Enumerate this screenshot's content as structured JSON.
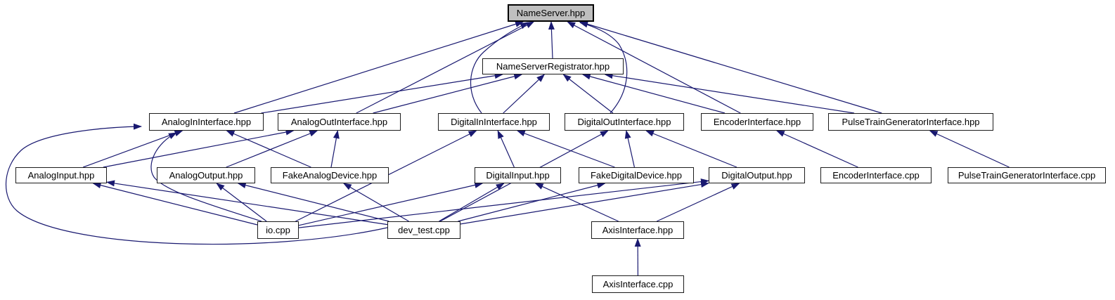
{
  "diagram": {
    "title": "NameServer.hpp included-by dependency graph",
    "root_id": "ns",
    "colors": {
      "edge": "#191970",
      "node_fill": "#ffffff",
      "root_fill": "#bfbfbf",
      "node_border": "#1c1c1c",
      "text": "#000000"
    },
    "nodes": [
      {
        "id": "ns",
        "label": "NameServer.hpp"
      },
      {
        "id": "nsr",
        "label": "NameServerRegistrator.hpp"
      },
      {
        "id": "aii",
        "label": "AnalogInInterface.hpp"
      },
      {
        "id": "aoi",
        "label": "AnalogOutInterface.hpp"
      },
      {
        "id": "dii",
        "label": "DigitalInInterface.hpp"
      },
      {
        "id": "doi",
        "label": "DigitalOutInterface.hpp"
      },
      {
        "id": "ei",
        "label": "EncoderInterface.hpp"
      },
      {
        "id": "ptgi",
        "label": "PulseTrainGeneratorInterface.hpp"
      },
      {
        "id": "ain",
        "label": "AnalogInput.hpp"
      },
      {
        "id": "aout",
        "label": "AnalogOutput.hpp"
      },
      {
        "id": "fad",
        "label": "FakeAnalogDevice.hpp"
      },
      {
        "id": "din",
        "label": "DigitalInput.hpp"
      },
      {
        "id": "fdd",
        "label": "FakeDigitalDevice.hpp"
      },
      {
        "id": "dout",
        "label": "DigitalOutput.hpp"
      },
      {
        "id": "eic",
        "label": "EncoderInterface.cpp"
      },
      {
        "id": "ptgc",
        "label": "PulseTrainGeneratorInterface.cpp"
      },
      {
        "id": "io",
        "label": "io.cpp"
      },
      {
        "id": "devtest",
        "label": "dev_test.cpp"
      },
      {
        "id": "axih",
        "label": "AxisInterface.hpp"
      },
      {
        "id": "axic",
        "label": "AxisInterface.cpp"
      }
    ],
    "edges": [
      {
        "from": "nsr",
        "to": "ns"
      },
      {
        "from": "aii",
        "to": "ns"
      },
      {
        "from": "aii",
        "to": "nsr"
      },
      {
        "from": "aoi",
        "to": "ns"
      },
      {
        "from": "aoi",
        "to": "nsr"
      },
      {
        "from": "dii",
        "to": "ns"
      },
      {
        "from": "dii",
        "to": "nsr"
      },
      {
        "from": "doi",
        "to": "ns"
      },
      {
        "from": "doi",
        "to": "nsr"
      },
      {
        "from": "ei",
        "to": "ns"
      },
      {
        "from": "ei",
        "to": "nsr"
      },
      {
        "from": "ptgi",
        "to": "ns"
      },
      {
        "from": "ptgi",
        "to": "nsr"
      },
      {
        "from": "ain",
        "to": "aii"
      },
      {
        "from": "ain",
        "to": "aoi"
      },
      {
        "from": "aout",
        "to": "aoi"
      },
      {
        "from": "fad",
        "to": "aii"
      },
      {
        "from": "fad",
        "to": "aoi"
      },
      {
        "from": "din",
        "to": "dii"
      },
      {
        "from": "fdd",
        "to": "dii"
      },
      {
        "from": "fdd",
        "to": "doi"
      },
      {
        "from": "dout",
        "to": "doi"
      },
      {
        "from": "eic",
        "to": "ei"
      },
      {
        "from": "ptgc",
        "to": "ptgi"
      },
      {
        "from": "io",
        "to": "ain"
      },
      {
        "from": "io",
        "to": "aout"
      },
      {
        "from": "io",
        "to": "aii"
      },
      {
        "from": "io",
        "to": "din"
      },
      {
        "from": "io",
        "to": "dout"
      },
      {
        "from": "io",
        "to": "dii"
      },
      {
        "from": "devtest",
        "to": "ain"
      },
      {
        "from": "devtest",
        "to": "aout"
      },
      {
        "from": "devtest",
        "to": "fad"
      },
      {
        "from": "devtest",
        "to": "aii"
      },
      {
        "from": "devtest",
        "to": "din"
      },
      {
        "from": "devtest",
        "to": "fdd"
      },
      {
        "from": "devtest",
        "to": "dout"
      },
      {
        "from": "devtest",
        "to": "doi"
      },
      {
        "from": "axih",
        "to": "din"
      },
      {
        "from": "axih",
        "to": "dout"
      },
      {
        "from": "axic",
        "to": "axih"
      }
    ]
  }
}
